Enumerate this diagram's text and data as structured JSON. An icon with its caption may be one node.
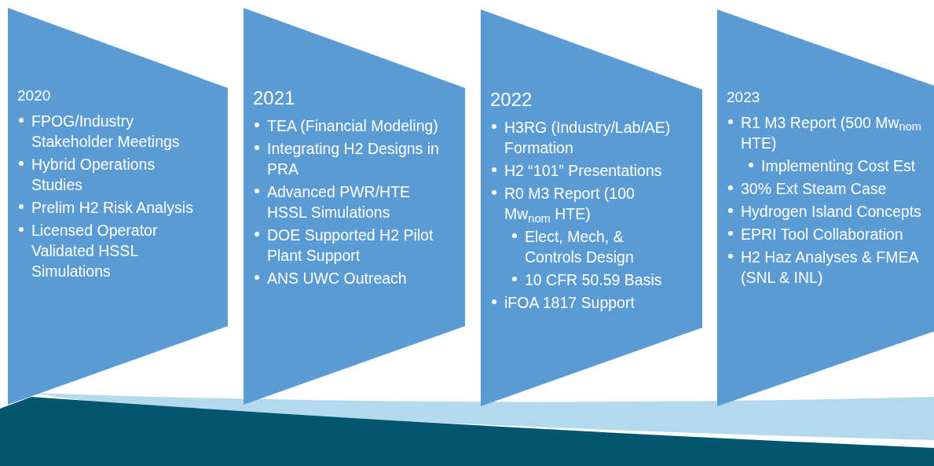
{
  "diagram": {
    "nodes": [
      {
        "text": [
          "2020",
          "FPOG/Industry Stakeholder Meetings",
          "Hybrid Operations Studies",
          "Prelim H2 Risk Analysis",
          "Licensed Operator Validated HSSL Simulations"
        ]
      },
      {
        "text": [
          "2021",
          "TEA (Financial Modeling)",
          "Integrating H2 Designs in PRA",
          "Advanced PWR/HTE HSSL Simulations",
          "DOE Supported H2 Pilot Plant Support",
          "ANS UWC Outreach"
        ]
      },
      {
        "text": [
          "2022",
          "H3RG (Industry/Lab/AE) Formation",
          "H2 “101” Presentations",
          "R0 M3 Report (100 Mw$_{nom}$ HTE)",
          "Elect, Mech, & Controls Design",
          "10 CFR 50.59 Basis",
          "iFOA 1817 Support"
        ]
      },
      {
        "text": [
          "2023",
          "R1 M3 Report (500 Mw$_{nom}$ HTE)",
          "Implementing Cost Est",
          "30% Ext Steam Case",
          "Hydrogen Island Concepts",
          "EPRI Tool Collaboration",
          "H2 Haz Analyses & FMEA (SNL & INL)"
        ]
      }
    ]
  }
}
